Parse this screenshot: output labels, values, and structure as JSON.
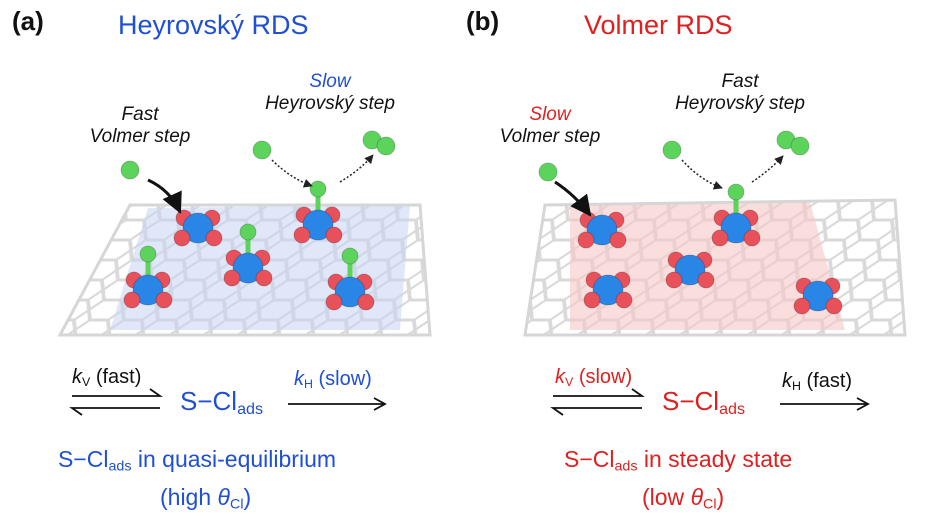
{
  "colors": {
    "blue": "#1f4fd6",
    "red": "#e02020",
    "black": "#111111",
    "sulfur": "#2a86e6",
    "oxygen": "#e8505a",
    "chlorine": "#5cd45c",
    "panel_a_tint": "#c7d3f2",
    "panel_b_tint": "#f6c8c8",
    "lattice": "#d8d8d8"
  },
  "panel_a": {
    "letter": "(a)",
    "title": "Heyrovský RDS",
    "volmer_speed": "Fast",
    "volmer_step": "Volmer step",
    "heyrovsky_speed": "Slow",
    "heyrovsky_step": "Heyrovský step",
    "kv_k": "k",
    "kv_sub": "V",
    "kv_rate": "(fast)",
    "kh_k": "k",
    "kh_sub": "H",
    "kh_rate": "(slow)",
    "species_main": "S−Cl",
    "species_sub": "ads",
    "state_main": "S−Cl",
    "state_sub": "ads",
    "state_rest": "in quasi-equilibrium",
    "coverage_pre": "(high ",
    "coverage_theta": "θ",
    "coverage_sub": "Cl",
    "coverage_post": ")"
  },
  "panel_b": {
    "letter": "(b)",
    "title": "Volmer RDS",
    "volmer_speed": "Slow",
    "volmer_step": "Volmer step",
    "heyrovsky_speed": "Fast",
    "heyrovsky_step": "Heyrovský step",
    "kv_k": "k",
    "kv_sub": "V",
    "kv_rate": "(slow)",
    "kh_k": "k",
    "kh_sub": "H",
    "kh_rate": "(fast)",
    "species_main": "S−Cl",
    "species_sub": "ads",
    "state_main": "S−Cl",
    "state_sub": "ads",
    "state_rest": "in steady state",
    "coverage_pre": "(low ",
    "coverage_theta": "θ",
    "coverage_sub": "Cl",
    "coverage_post": ")"
  }
}
